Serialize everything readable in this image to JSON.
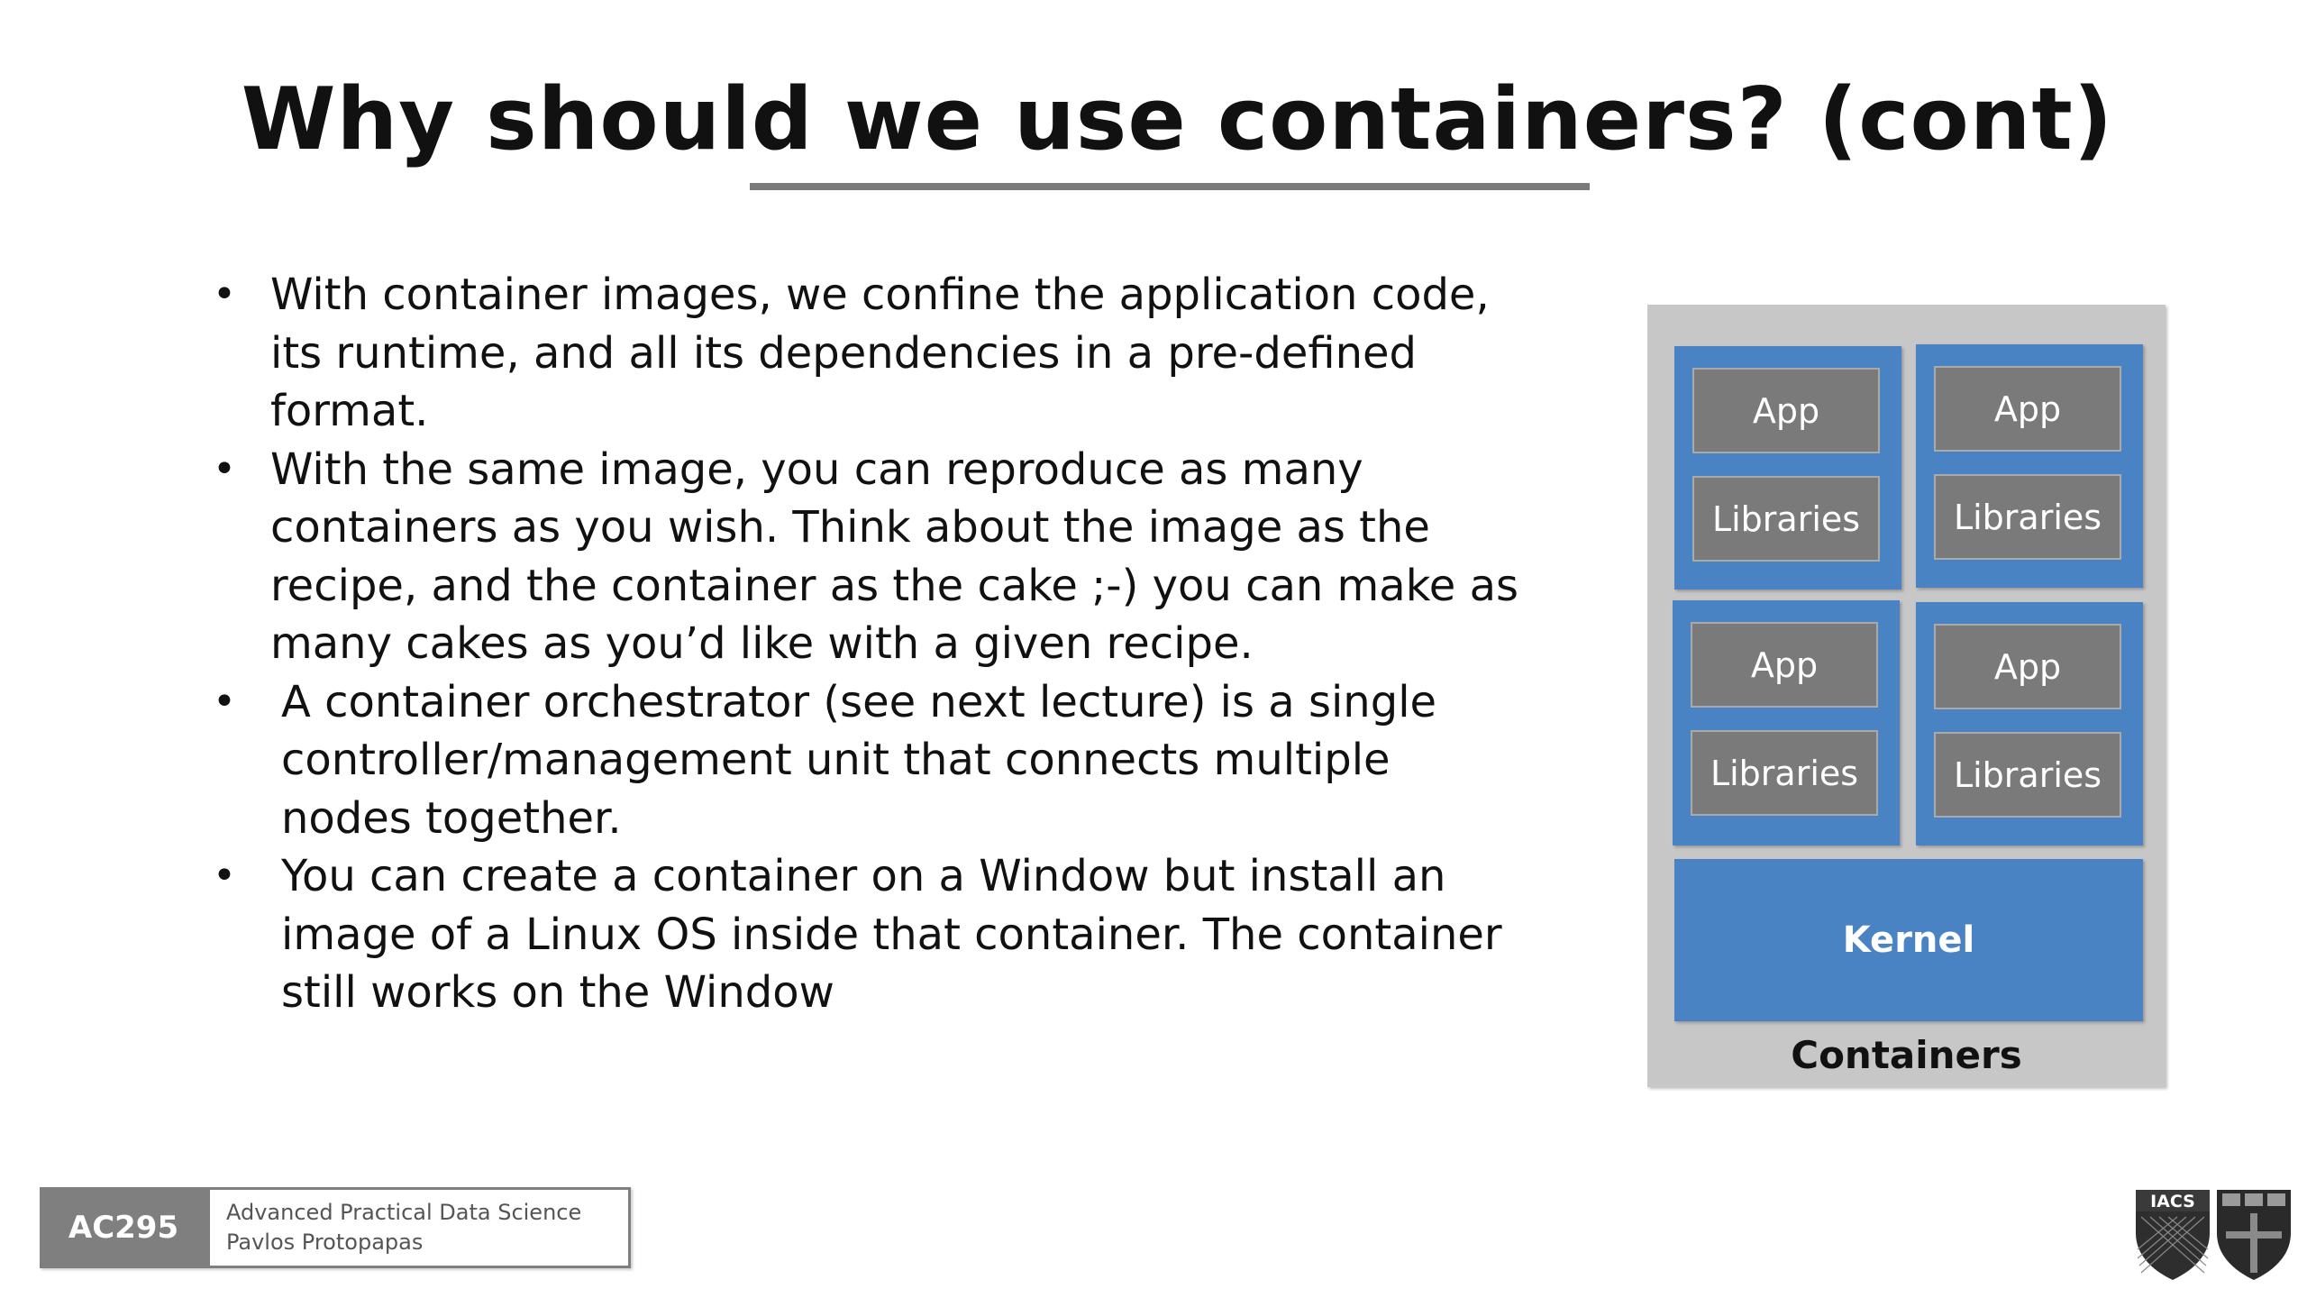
{
  "slide": {
    "title": "Why should we use containers? (cont)"
  },
  "bullets": [
    {
      "marker": "•",
      "lines": [
        "With container images, we confine the application code,",
        "its runtime, and all its dependencies in a pre-defined",
        "format."
      ]
    },
    {
      "marker": "•",
      "lines": [
        "With the same image, you can reproduce as many",
        "containers as you wish. Think about the image as the",
        "recipe, and the container as the cake ;-) you can make as",
        "many cakes as you’d like with a given recipe."
      ]
    },
    {
      "marker": "•",
      "lines": [
        "A container orchestrator (see next lecture) is a single",
        "controller/management unit that connects multiple",
        "nodes together."
      ]
    },
    {
      "marker": "•",
      "lines": [
        "You can create a container on a Window but install an",
        "image of a Linux OS inside that container. The container",
        "still works on the Window"
      ]
    }
  ],
  "diagram": {
    "containers": [
      {
        "app": "App",
        "libraries": "Libraries"
      },
      {
        "app": "App",
        "libraries": "Libraries"
      },
      {
        "app": "App",
        "libraries": "Libraries"
      },
      {
        "app": "App",
        "libraries": "Libraries"
      }
    ],
    "kernel": "Kernel",
    "caption": "Containers",
    "colors": {
      "container": "#4a83c4",
      "layer": "#7a7a7a",
      "background": "#c7c7c7"
    }
  },
  "footer": {
    "course_code": "AC295",
    "course_name": "Advanced Practical Data Science",
    "instructor": "Pavlos Protopapas"
  },
  "logo": {
    "left_shield_text": "IACS",
    "icon": "harvard-shields-logo"
  }
}
